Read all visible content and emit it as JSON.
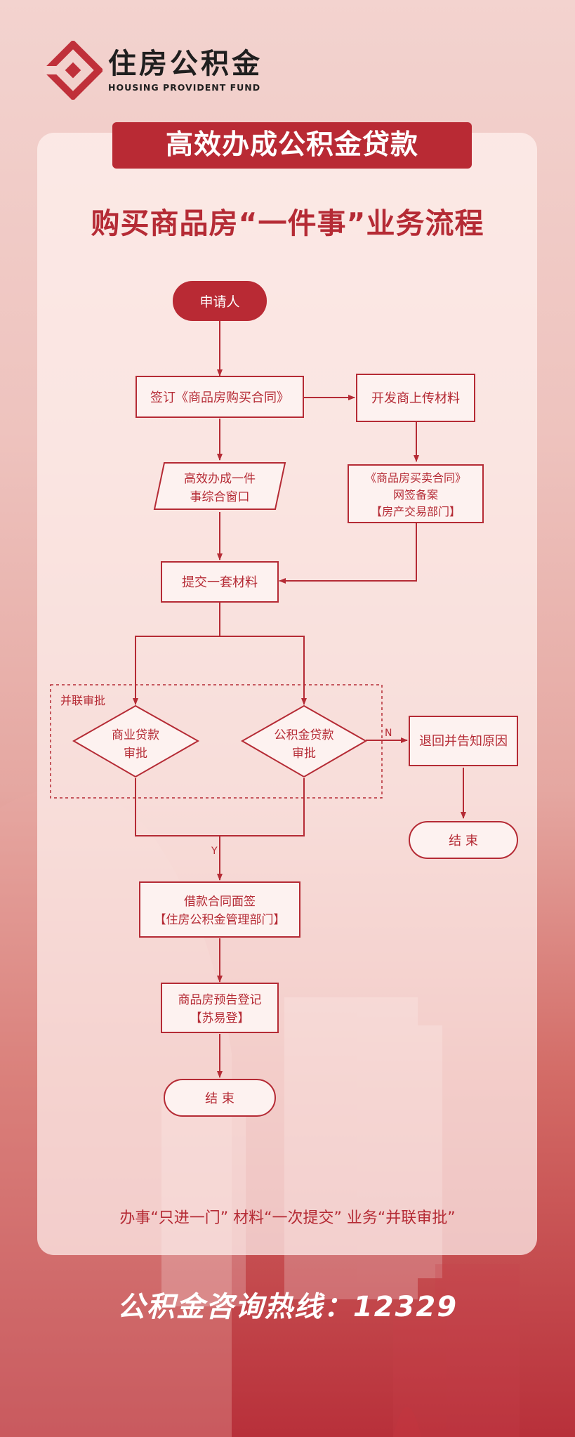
{
  "logo": {
    "name_cn": "住房公积金",
    "name_en": "HOUSING PROVIDENT FUND"
  },
  "banner": "高效办成公积金贷款",
  "subtitle": "购买商品房“一件事”业务流程",
  "flow": {
    "start": "申请人",
    "sign_contract": "签订《商品房购买合同》",
    "developer_upload": "开发商上传材料",
    "window": [
      "高效办成一件",
      "事综合窗口"
    ],
    "registration": [
      "《商品房买卖合同》",
      "网签备案",
      "【房产交易部门】"
    ],
    "submit": "提交一套材料",
    "parallel_label": "并联审批",
    "commercial_loan": [
      "商业贷款",
      "审批"
    ],
    "fund_loan": [
      "公积金贷款",
      "审批"
    ],
    "reject": "退回并告知原因",
    "end_reject": "结  束",
    "label_n": "N",
    "label_y": "Y",
    "loan_contract": [
      "借款合同面签",
      "【住房公积金管理部门】"
    ],
    "presale": [
      "商品房预告登记",
      "【苏易登】"
    ],
    "end_main": "结  束"
  },
  "footnote": "办事“只进一门” 材料“一次提交” 业务“并联审批”",
  "hotline": "公积金咨询热线：12329",
  "colors": {
    "accent": "#b92a34",
    "line": "#b52b35",
    "banner": "#b92a34"
  }
}
